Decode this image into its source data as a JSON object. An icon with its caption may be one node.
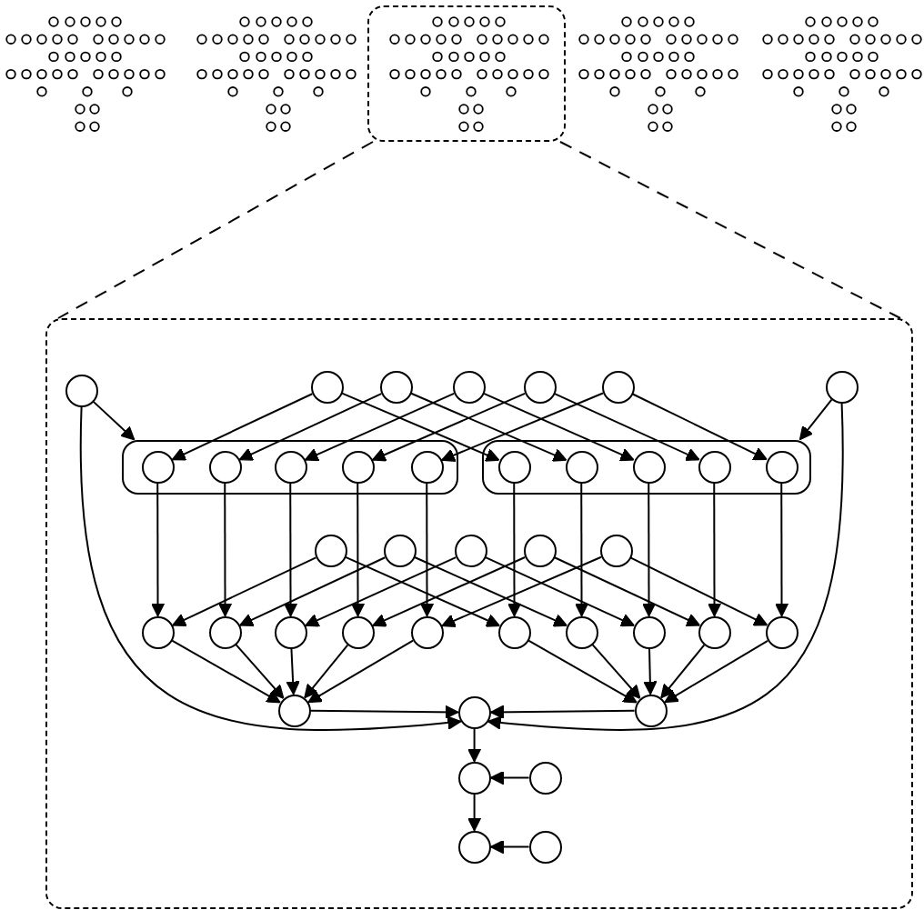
{
  "diagram": {
    "nodes": [
      {
        "text": [],
        "shape": "picture"
      },
      {
        "text": [],
        "shape": "picture"
      },
      {
        "text": [],
        "shape": "box"
      },
      {
        "text": [],
        "shape": "picture",
        "in": 2
      },
      {
        "text": [],
        "shape": "picture"
      },
      {
        "text": [],
        "shape": "picture"
      },
      {
        "text": [],
        "shape": "box"
      },
      {
        "text": [],
        "shape": "circle",
        "in": 6
      },
      {
        "text": [],
        "shape": "circle",
        "in": 6
      },
      {
        "text": [],
        "shape": "circle",
        "in": 6
      },
      {
        "text": [],
        "shape": "circle",
        "in": 6
      },
      {
        "text": [],
        "shape": "circle",
        "in": 6
      },
      {
        "text": [],
        "shape": "circle",
        "in": 6
      },
      {
        "text": [],
        "shape": "circle",
        "in": 6
      },
      {
        "text": [],
        "shape": "box",
        "in": 6
      },
      {
        "text": [],
        "shape": "circle",
        "in": 14
      },
      {
        "text": [],
        "shape": "circle",
        "in": 14
      },
      {
        "text": [],
        "shape": "circle",
        "in": 14
      },
      {
        "text": [],
        "shape": "circle",
        "in": 14
      },
      {
        "text": [],
        "shape": "circle",
        "in": 14
      },
      {
        "text": [],
        "shape": "box",
        "in": 6
      },
      {
        "text": [],
        "shape": "circle",
        "in": 20
      },
      {
        "text": [],
        "shape": "circle",
        "in": 20
      },
      {
        "text": [],
        "shape": "circle",
        "in": 20
      },
      {
        "text": [],
        "shape": "circle",
        "in": 20
      },
      {
        "text": [],
        "shape": "circle",
        "in": 20
      },
      {
        "text": [],
        "shape": "circle",
        "in": 6
      },
      {
        "text": [],
        "shape": "circle",
        "in": 6
      },
      {
        "text": [],
        "shape": "circle",
        "in": 6
      },
      {
        "text": [],
        "shape": "circle",
        "in": 6
      },
      {
        "text": [],
        "shape": "circle",
        "in": 6
      },
      {
        "text": [],
        "shape": "circle",
        "in": 6
      },
      {
        "text": [],
        "shape": "circle",
        "in": 6
      },
      {
        "text": [],
        "shape": "circle",
        "in": 6
      },
      {
        "text": [],
        "shape": "circle",
        "in": 6
      },
      {
        "text": [],
        "shape": "circle",
        "in": 6
      },
      {
        "text": [],
        "shape": "circle",
        "in": 6
      },
      {
        "text": [],
        "shape": "circle",
        "in": 6
      },
      {
        "text": [],
        "shape": "circle",
        "in": 6
      },
      {
        "text": [],
        "shape": "circle",
        "in": 6
      },
      {
        "text": [],
        "shape": "circle",
        "in": 6
      },
      {
        "text": [],
        "shape": "circle",
        "in": 6
      },
      {
        "text": [],
        "shape": "circle",
        "in": 6
      },
      {
        "text": [],
        "shape": "circle",
        "in": 6
      },
      {
        "text": [],
        "shape": "circle",
        "in": 6
      },
      {
        "text": [],
        "shape": "circle",
        "in": 6
      },
      {
        "text": [],
        "shape": "circle",
        "in": 6
      },
      {
        "text": [],
        "shape": "circle",
        "in": 6
      }
    ],
    "edges": [
      {
        "from": 2,
        "to": 6,
        "arrow": "none",
        "style": "dashed"
      },
      {
        "from": 2,
        "to": 6,
        "arrow": "none",
        "style": "dashed"
      },
      {
        "from": 7,
        "to": 14,
        "arrow": "to"
      },
      {
        "from": 13,
        "to": 20,
        "arrow": "to"
      },
      {
        "from": 8,
        "to": 15,
        "arrow": "to"
      },
      {
        "from": 8,
        "to": 21,
        "arrow": "to"
      },
      {
        "from": 9,
        "to": 16,
        "arrow": "to"
      },
      {
        "from": 9,
        "to": 22,
        "arrow": "to"
      },
      {
        "from": 10,
        "to": 17,
        "arrow": "to"
      },
      {
        "from": 10,
        "to": 23,
        "arrow": "to"
      },
      {
        "from": 11,
        "to": 18,
        "arrow": "to"
      },
      {
        "from": 11,
        "to": 24,
        "arrow": "to"
      },
      {
        "from": 12,
        "to": 19,
        "arrow": "to"
      },
      {
        "from": 12,
        "to": 25,
        "arrow": "to"
      },
      {
        "from": 15,
        "to": 31,
        "arrow": "to"
      },
      {
        "from": 16,
        "to": 32,
        "arrow": "to"
      },
      {
        "from": 17,
        "to": 33,
        "arrow": "to"
      },
      {
        "from": 18,
        "to": 34,
        "arrow": "to"
      },
      {
        "from": 19,
        "to": 35,
        "arrow": "to"
      },
      {
        "from": 21,
        "to": 36,
        "arrow": "to"
      },
      {
        "from": 22,
        "to": 37,
        "arrow": "to"
      },
      {
        "from": 23,
        "to": 38,
        "arrow": "to"
      },
      {
        "from": 24,
        "to": 39,
        "arrow": "to"
      },
      {
        "from": 25,
        "to": 40,
        "arrow": "to"
      },
      {
        "from": 26,
        "to": 31,
        "arrow": "to"
      },
      {
        "from": 26,
        "to": 36,
        "arrow": "to"
      },
      {
        "from": 27,
        "to": 32,
        "arrow": "to"
      },
      {
        "from": 27,
        "to": 37,
        "arrow": "to"
      },
      {
        "from": 28,
        "to": 33,
        "arrow": "to"
      },
      {
        "from": 28,
        "to": 38,
        "arrow": "to"
      },
      {
        "from": 29,
        "to": 34,
        "arrow": "to"
      },
      {
        "from": 29,
        "to": 39,
        "arrow": "to"
      },
      {
        "from": 30,
        "to": 35,
        "arrow": "to"
      },
      {
        "from": 30,
        "to": 40,
        "arrow": "to"
      },
      {
        "from": 31,
        "to": 41,
        "arrow": "to"
      },
      {
        "from": 32,
        "to": 41,
        "arrow": "to"
      },
      {
        "from": 33,
        "to": 41,
        "arrow": "to"
      },
      {
        "from": 34,
        "to": 41,
        "arrow": "to"
      },
      {
        "from": 35,
        "to": 41,
        "arrow": "to"
      },
      {
        "from": 36,
        "to": 43,
        "arrow": "to"
      },
      {
        "from": 37,
        "to": 43,
        "arrow": "to"
      },
      {
        "from": 38,
        "to": 43,
        "arrow": "to"
      },
      {
        "from": 39,
        "to": 43,
        "arrow": "to"
      },
      {
        "from": 40,
        "to": 43,
        "arrow": "to"
      },
      {
        "from": 41,
        "to": 42,
        "arrow": "to"
      },
      {
        "from": 43,
        "to": 42,
        "arrow": "to"
      },
      {
        "from": 7,
        "to": 42,
        "arrow": "to"
      },
      {
        "from": 13,
        "to": 42,
        "arrow": "to"
      },
      {
        "from": 42,
        "to": 44,
        "arrow": "to"
      },
      {
        "from": 45,
        "to": 44,
        "arrow": "to"
      },
      {
        "from": 44,
        "to": 46,
        "arrow": "to"
      },
      {
        "from": 47,
        "to": 46,
        "arrow": "to"
      }
    ]
  }
}
